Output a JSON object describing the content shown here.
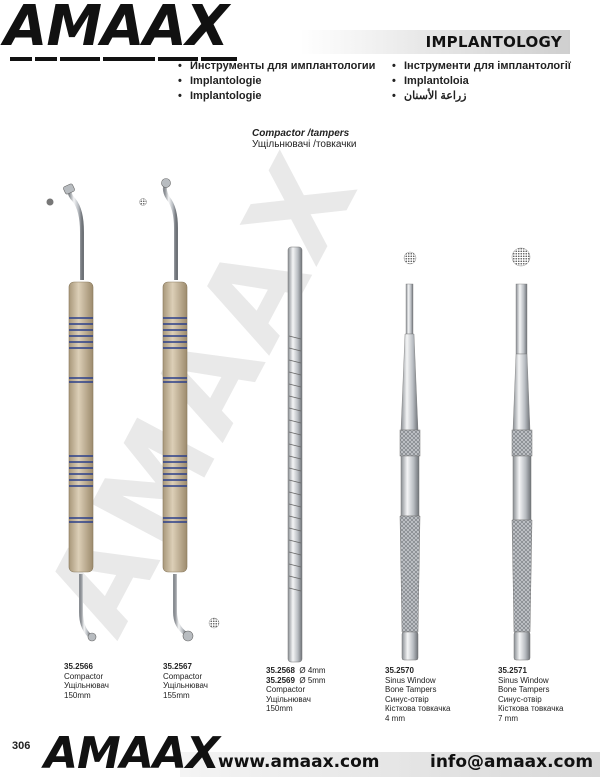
{
  "brand": {
    "logo_text": "AMAAX"
  },
  "header": {
    "category": "IMPLANTOLOGY"
  },
  "bullets_left": [
    "Инструменты для имплантологии",
    "Implantologie",
    "Implantologie"
  ],
  "bullets_right": [
    "Інструменти для імплантології",
    "Implantoloia",
    "زراعة الأسنان"
  ],
  "section": {
    "title": "Compactor /tampers",
    "subtitle": "Ущільнювачі /товкачки"
  },
  "products": [
    {
      "code": "35.2566",
      "lines": [
        "Compactor",
        "Ущільнювач",
        "150mm"
      ]
    },
    {
      "code": "35.2567",
      "lines": [
        "Compactor",
        "Ущільнювач",
        "155mm"
      ]
    },
    {
      "code_a": "35.2568",
      "dia_a": "Ø 4mm",
      "code_b": "35.2569",
      "dia_b": "Ø 5mm",
      "lines": [
        "Compactor",
        "Ущільнювач",
        "150mm"
      ]
    },
    {
      "code": "35.2570",
      "lines": [
        "Sinus Window",
        "Bone Tampers",
        "Синус-отвір",
        "Кісткова товкачка",
        "4 mm"
      ]
    },
    {
      "code": "35.2571",
      "lines": [
        "Sinus Window",
        "Bone Tampers",
        "Синус-отвір",
        "Кісткова товкачка",
        "7 mm"
      ]
    }
  ],
  "footer": {
    "page": "306",
    "website": "www.amaax.com",
    "email": "info@amaax.com"
  },
  "colors": {
    "handle": "#c8b89a",
    "ring": "#2b3f8a",
    "steel": "#c9ccd0"
  }
}
